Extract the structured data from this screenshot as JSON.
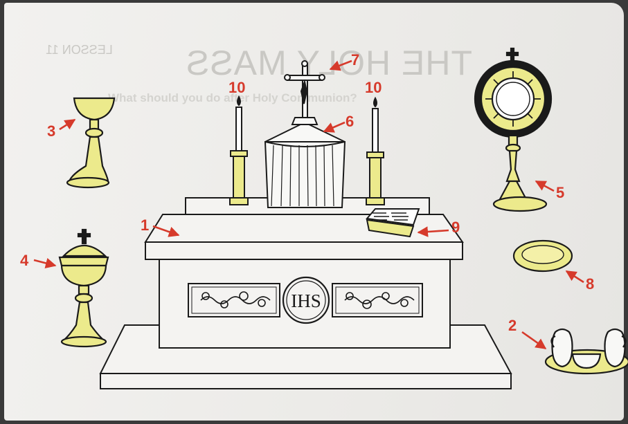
{
  "page": {
    "lesson_label": "LESSON 11",
    "title": "THE HOLY MASS",
    "question": "What should you do after Holy Communion?"
  },
  "altar_panel": {
    "monogram": "IHS"
  },
  "callouts": [
    {
      "id": "1",
      "label": "1"
    },
    {
      "id": "2",
      "label": "2"
    },
    {
      "id": "3",
      "label": "3"
    },
    {
      "id": "4",
      "label": "4"
    },
    {
      "id": "5",
      "label": "5"
    },
    {
      "id": "6",
      "label": "6"
    },
    {
      "id": "7",
      "label": "7"
    },
    {
      "id": "8",
      "label": "8"
    },
    {
      "id": "9",
      "label": "9"
    },
    {
      "id": "10a",
      "label": "10"
    },
    {
      "id": "10b",
      "label": "10"
    }
  ],
  "colors": {
    "gold": "#ecea8c",
    "ink": "#1a1a1a",
    "callout_red": "#d63a2b"
  }
}
